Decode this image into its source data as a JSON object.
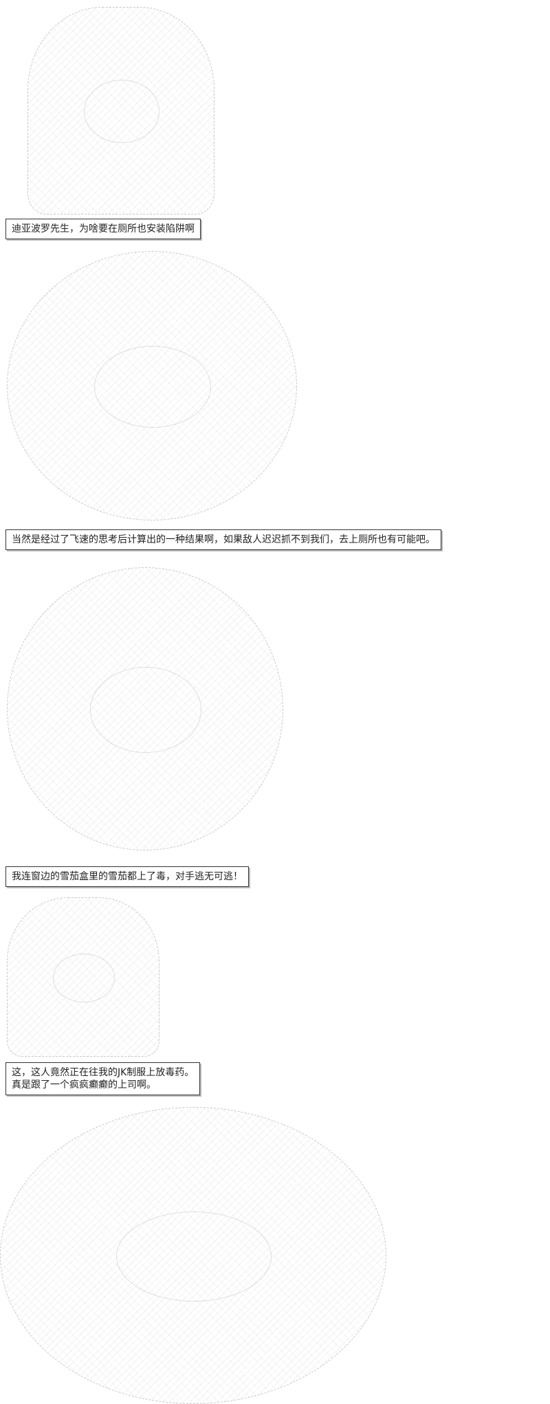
{
  "panels": [
    {
      "text": "迪亚波罗先生，为啥要在厕所也安装陷阱啊"
    },
    {
      "text": "当然是经过了飞速的思考后计算出的一种结果啊，如果敌人迟迟抓不到我们，去上厕所也有可能吧。"
    },
    {
      "text": "我连窗边的雪茄盒里的雪茄都上了毒，对手逃无可逃！"
    },
    {
      "text": "这，这人竟然正在往我的JK制服上放毒药。\n真是跟了一个疯疯癫癫的上司啊。"
    }
  ]
}
